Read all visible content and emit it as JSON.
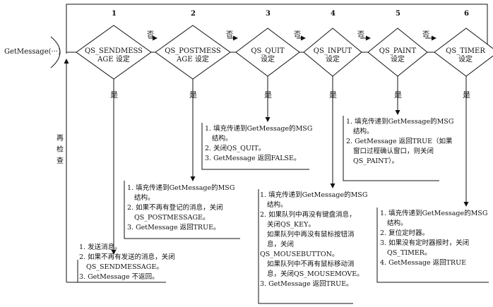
{
  "start_label": "GetMessage(···)",
  "recheck": [
    "再",
    "检",
    "查"
  ],
  "yes": "是",
  "no": "否",
  "steps": [
    {
      "num": "1",
      "cond": [
        "QS_SENDMESS",
        "AGE 设定"
      ],
      "result": [
        "1. 发送消息。",
        "2. 如果不再有发送的消息，关闭",
        "QS_SENDMESSAGE。",
        "3. GetMessage 不返回。"
      ]
    },
    {
      "num": "2",
      "cond": [
        "QS_POSTMESS",
        "AGE 设定"
      ],
      "result": [
        "1. 填充传递到GetMessage的MSG",
        "结构。",
        "2. 如果不再有登记的消息，关闭",
        "QS_POSTMESSAGE。",
        "3. GetMessage 返回TRUE。"
      ]
    },
    {
      "num": "3",
      "cond": [
        "QS_QUIT",
        "设定"
      ],
      "result": [
        "1. 填充传递到GetMessage的MSG",
        "结构。",
        "2. 关闭QS_QUIT。",
        "3. GetMessage 返回FALSE。"
      ]
    },
    {
      "num": "4",
      "cond": [
        "QS_INPUT",
        "设定"
      ],
      "result": [
        "1. 填充传递到GetMessage的MSG",
        "结构。",
        "2. 如果队列中再没有键盘消息，",
        "关闭QS_KEY。",
        "如果队列中再没有鼠标按钮消",
        "息，关闭",
        "QS_MOUSEBUTTON。",
        "如果队列中不再有鼠标移动消",
        "息，关闭QS_MOUSEMOVE。",
        "3. GetMessage 返回TRUE。"
      ]
    },
    {
      "num": "5",
      "cond": [
        "QS_PAINT",
        "设定"
      ],
      "result": [
        "1. 填充传递到GetMessage的MSG",
        "结构。",
        "2. GetMessage 返回TRUE（如果",
        "窗口过程确认窗口，则关闭",
        "QS_PAINT）。"
      ]
    },
    {
      "num": "6",
      "cond": [
        "QS_TIMER",
        "设定"
      ],
      "result": [
        "1. 填充传递到GetMessage的MSG",
        "结构。",
        "2. 复位定时器。",
        "3. 如果没有定时器报时，关闭",
        "QS_TIMER。",
        "4. GetMessage 返回TRUE"
      ]
    }
  ]
}
